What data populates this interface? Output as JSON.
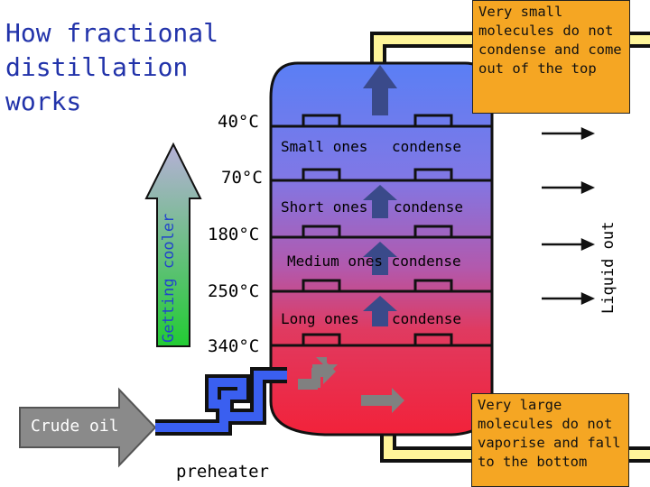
{
  "title": "How fractional distillation works",
  "temperatures": [
    "40°C",
    "70°C",
    "180°C",
    "250°C",
    "340°C"
  ],
  "getting_cooler": "Getting cooler",
  "liquid_out": "Liquid out",
  "crude_oil": "Crude oil",
  "preheater": "preheater",
  "top_note": "Very small molecules do not condense and come out of the top",
  "bottom_note": "Very large molecules do not vaporise and fall to the bottom",
  "trays": [
    {
      "left": "Small ones",
      "right": "condense"
    },
    {
      "left": "Short ones",
      "right": "condense"
    },
    {
      "left": "Medium ones condense",
      "right": ""
    },
    {
      "left": "Long ones",
      "right": "condense"
    }
  ],
  "colors": {
    "column_top": "#5b7cf0",
    "column_bottom": "#f02a40",
    "pipe_fill": "#fff59a",
    "arrow_green": "#22cc22",
    "arrow_grey": "#7d7d7d",
    "note_orange": "#f5a623"
  }
}
